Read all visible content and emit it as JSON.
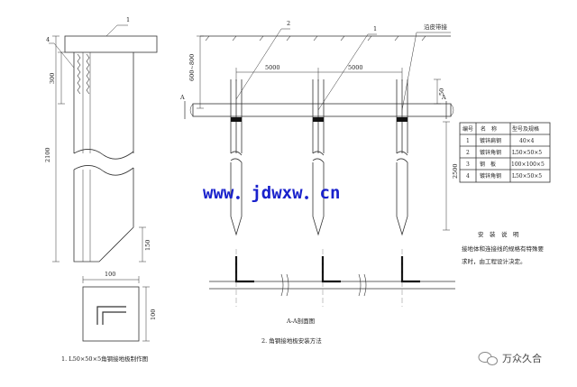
{
  "left_view": {
    "labels": {
      "callout_1": "1",
      "callout_4": "4",
      "dim_300": "300",
      "dim_2100": "2100",
      "dim_150": "150",
      "dim_100_w": "100",
      "dim_100_h": "100"
    },
    "caption": "1. L50×50×5角钢接地极制作图"
  },
  "main_view": {
    "callouts": {
      "c1": "1",
      "c2": "2",
      "conductor": "沿皮带接"
    },
    "dims": {
      "depth": "600~800",
      "span_a": "5000",
      "span_b": "5000",
      "d50": "50",
      "d_right": "2500"
    },
    "section_marks": {
      "left": "A",
      "right": "A"
    },
    "section_caption": "A-A剖面图",
    "caption": "2. 角钢接地极安装方法"
  },
  "table": {
    "headers": [
      "编号",
      "名　称",
      "型号及规格"
    ],
    "rows": [
      [
        "1",
        "镀锌扁钢",
        "40×4"
      ],
      [
        "2",
        "镀锌角钢",
        "L50×50×5"
      ],
      [
        "3",
        "钢　板",
        "100×100×5"
      ],
      [
        "4",
        "镀锌角钢",
        "L50×50×5"
      ]
    ]
  },
  "notes": {
    "title": "安　装　说　明",
    "line1": "接地体和连接线的规格有特殊要",
    "line2": "求时，由工程设计决定。"
  },
  "watermark": "www．jdwxw．cn",
  "brand": {
    "icon": "wechat-logo-icon",
    "text": "万众久合"
  }
}
